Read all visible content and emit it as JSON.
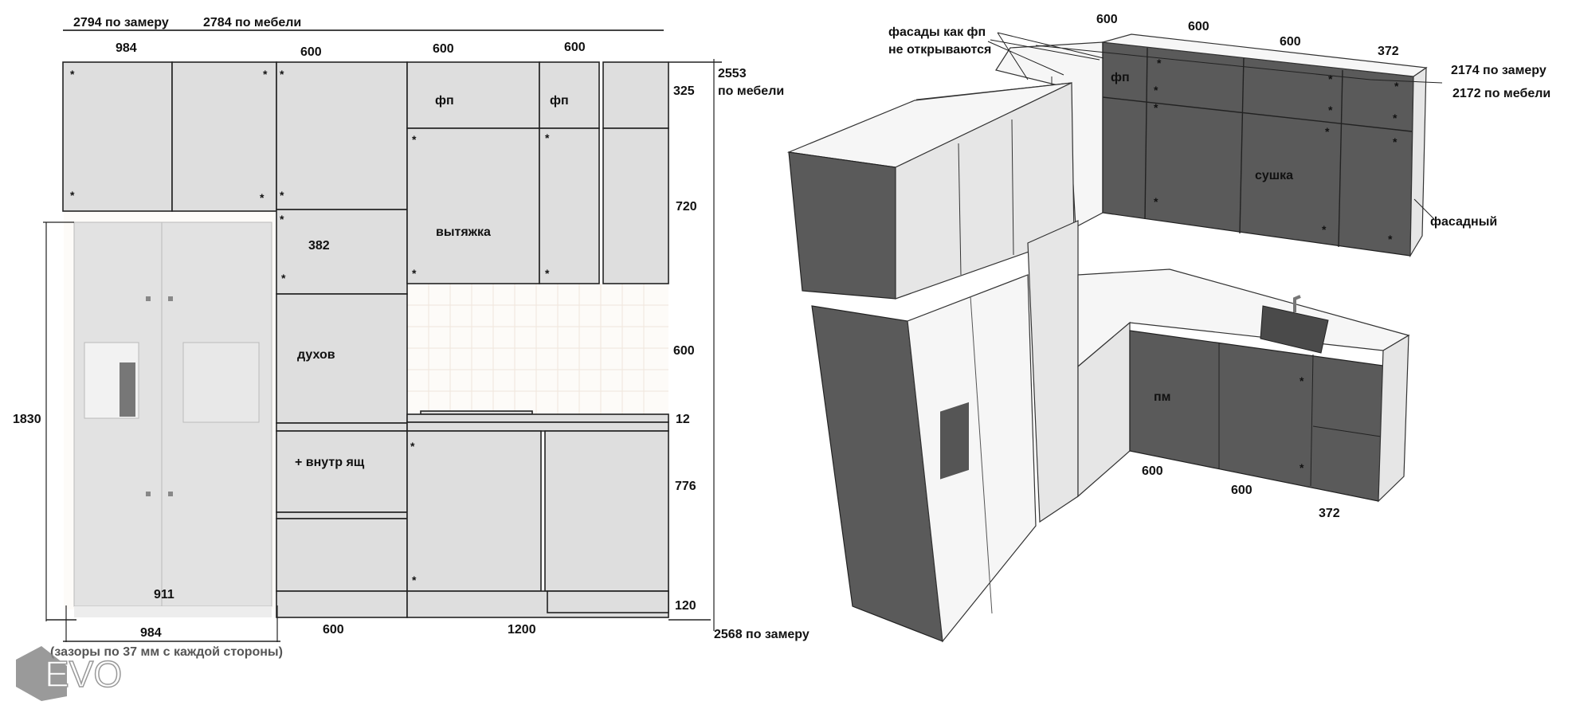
{
  "elevation": {
    "top_measured": "2794 по замеру",
    "top_furniture": "2784 по мебели",
    "widths_top": [
      "984",
      "600",
      "600",
      "600"
    ],
    "heights_right": [
      "325",
      "720",
      "600",
      "12",
      "776",
      "120"
    ],
    "total_height_furniture": [
      "2553",
      "по мебели"
    ],
    "total_height_measured": "2568 по замеру",
    "fridge_height": "1830",
    "fridge_width": "911",
    "widths_bottom": [
      "984",
      "600",
      "1200"
    ],
    "gap_note": "(зазоры по 37 мм с каждой стороны)",
    "labels": {
      "fp1": "фп",
      "fp2": "фп",
      "hood": "вытяжка",
      "h382": "382",
      "oven": "духов",
      "inner_drawer": "+ внутр ящ"
    },
    "star": "*"
  },
  "isometric": {
    "note_line1": "фасады как фп",
    "note_line2": "не открываются",
    "widths_top": [
      "600",
      "600",
      "600",
      "372"
    ],
    "measured": "2174 по замеру",
    "furniture": "2172 по мебели",
    "fp": "фп",
    "dryer": "сушка",
    "facade_side": "фасадный",
    "dishwasher": "пм",
    "widths_bottom": [
      "600",
      "600",
      "372"
    ]
  },
  "logo": "EVO",
  "colors": {
    "panel": "#dedede",
    "dark_facade": "#5a5a5a",
    "line": "#222222"
  }
}
